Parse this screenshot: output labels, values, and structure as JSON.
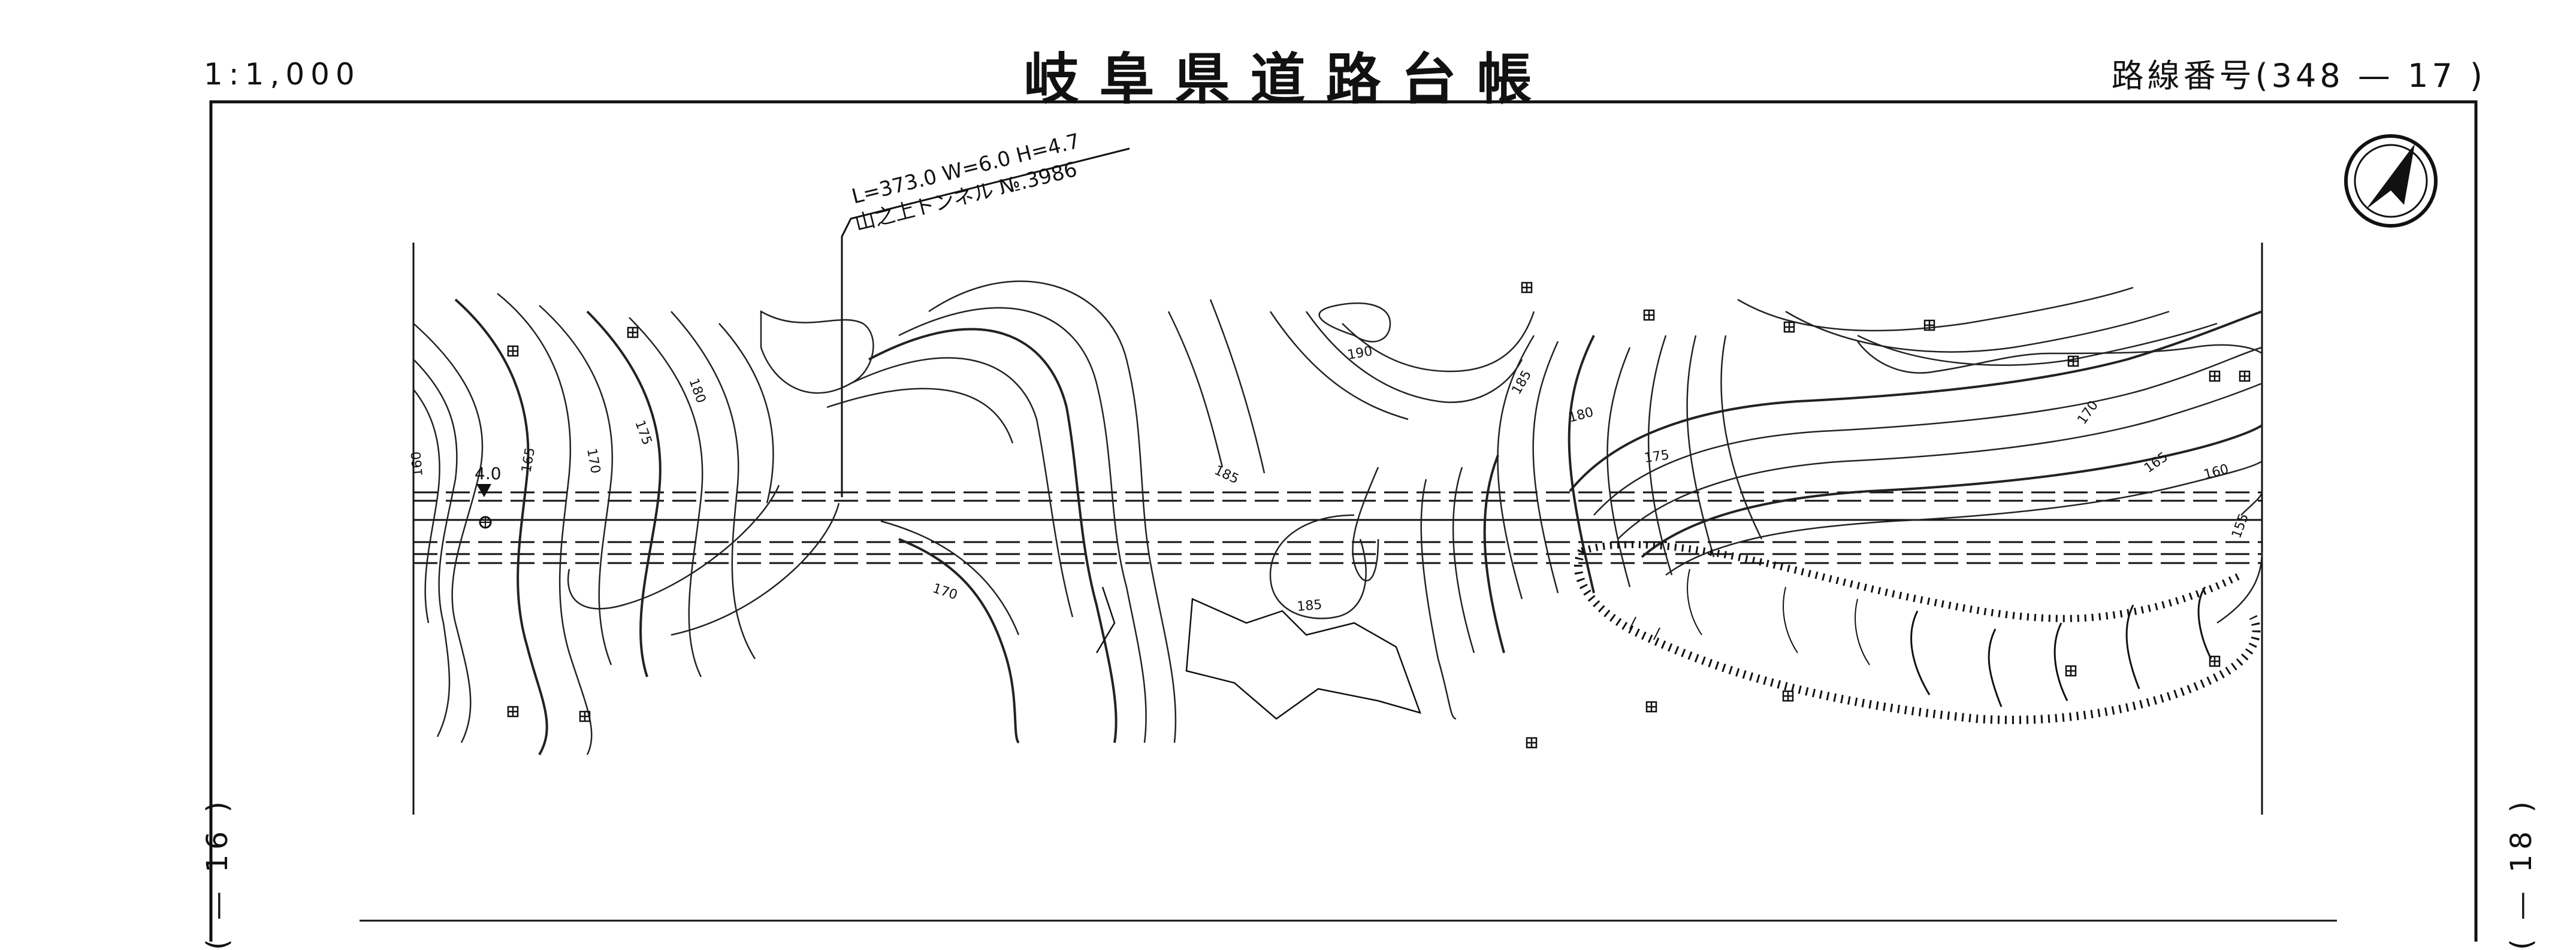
{
  "header": {
    "scale": "1:1,000",
    "title": "岐阜県道路台帳",
    "route_label": "路線番号(348 — 17 )"
  },
  "tunnel": {
    "dimensions": "L=373.0 W=6.0 H=4.7",
    "name": "山之上トンネル №.3986"
  },
  "bench_mark": {
    "label": "4.0"
  },
  "contours": {
    "labels": [
      "160",
      "165",
      "170",
      "175",
      "180",
      "185",
      "190",
      "185",
      "185",
      "180",
      "175",
      "170",
      "165",
      "160",
      "155",
      "170"
    ]
  },
  "edges": {
    "left_sheet": "( — 16 )",
    "right_sheet": "( — 18 )"
  },
  "icons": {
    "north": "north-arrow-icon",
    "control_point": "control-point-icon"
  },
  "colors": {
    "ink": "#111111",
    "paper": "#ffffff"
  }
}
